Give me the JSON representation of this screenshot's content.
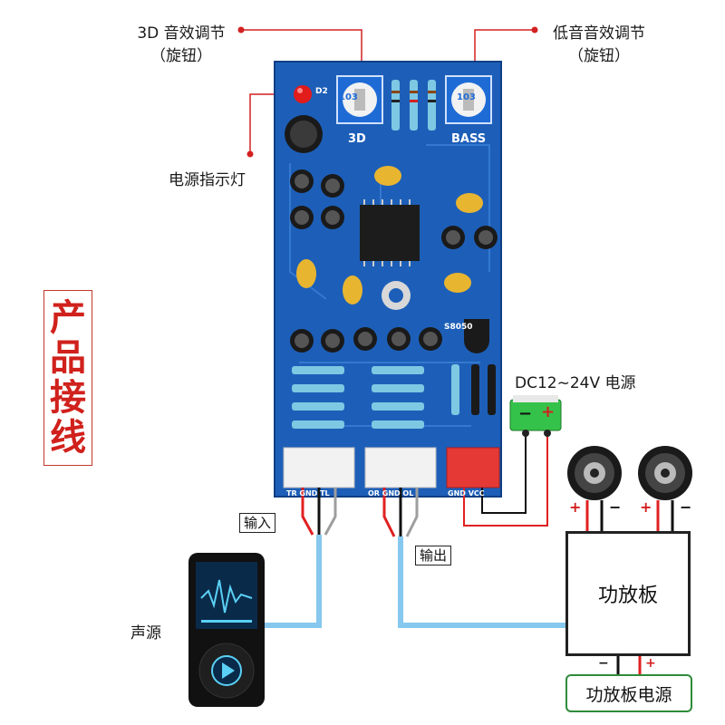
{
  "title_chars": [
    "产",
    "品",
    "接",
    "线"
  ],
  "labels": {
    "effect_3d_line1": "3D 音效调节",
    "effect_3d_line2": "（旋钮）",
    "bass_line1": "低音音效调节",
    "bass_line2": "（旋钮）",
    "power_led": "电源指示灯",
    "dc_power": "DC12~24V 电源",
    "input": "输入",
    "output": "输出",
    "source": "声源",
    "amplifier": "功放板",
    "amplifier_power": "功放板电源"
  },
  "board": {
    "silk_3d": "3D",
    "silk_bass": "BASS",
    "silk_transistor": "S8050",
    "pins_in": "TR GND TL",
    "pins_out": "OR GND OL",
    "pins_pwr": "GND VCC",
    "knob_3d": "103",
    "knob_bass": "103",
    "led_ref": "D2"
  },
  "polarity": {
    "dc_minus": "−",
    "dc_plus": "+",
    "spk_plus": "+",
    "spk_minus": "−"
  },
  "colors": {
    "board": "#1d5fb8",
    "wire_red": "#e02020",
    "wire_black": "#111111",
    "cable_blue": "#86c8ee",
    "title_red": "#d0211c",
    "power_box_green": "#2e8b3a"
  }
}
